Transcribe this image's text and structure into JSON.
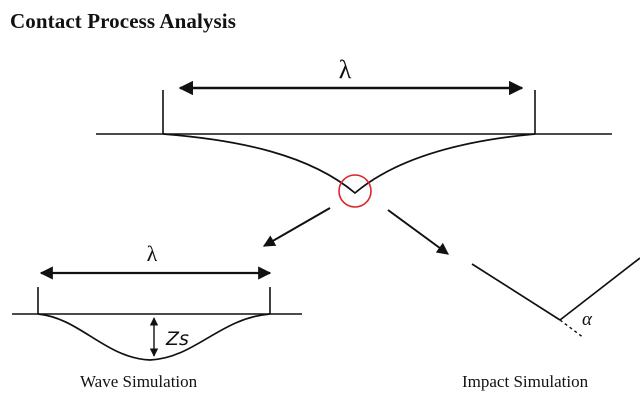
{
  "title": "Contact Process Analysis",
  "labels": {
    "top_wavelength": "λ",
    "wave_wavelength": "λ",
    "wave_depth": "Zs",
    "impact_angle": "α",
    "wave_caption": "Wave Simulation",
    "impact_caption": "Impact Simulation"
  },
  "colors": {
    "line": "#111111",
    "contact_circle": "#d9262b",
    "background": "#ffffff"
  }
}
